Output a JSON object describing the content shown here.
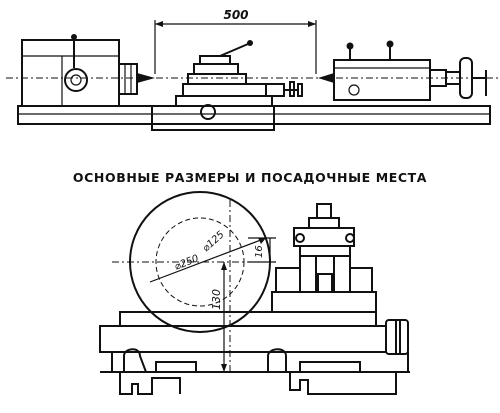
{
  "caption": "ОСНОВНЫЕ РАЗМЕРЫ И ПОСАДОЧНЫЕ МЕСТА",
  "side_view": {
    "distance_between_centers": "500"
  },
  "front_view": {
    "swing_over_bed": "⌀250",
    "swing_over_carriage": "⌀125",
    "center_height": "130",
    "tool_height": "16"
  }
}
